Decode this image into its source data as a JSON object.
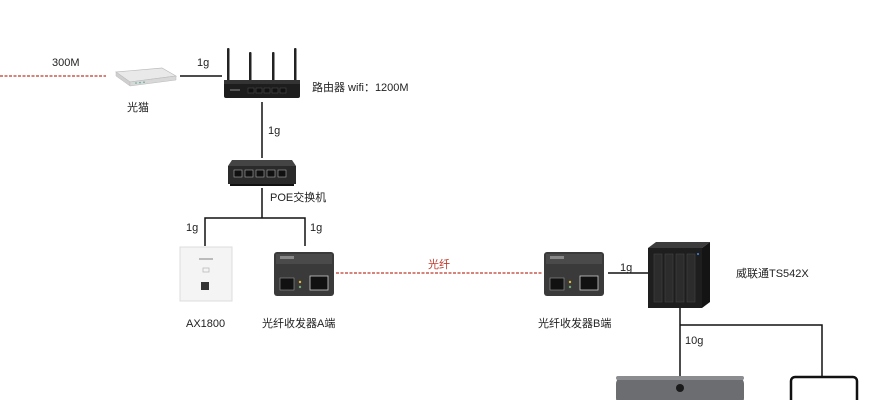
{
  "links": {
    "isp_speed": "300M",
    "modem_router": "1g",
    "router_switch": "1g",
    "switch_ap": "1g",
    "switch_converter_a": "1g",
    "fiber": "光纤",
    "converter_b_nas": "1g",
    "nas_mac": "10g"
  },
  "devices": {
    "modem": "光猫",
    "router": "路由器 wifi：1200M",
    "poe_switch": "POE交换机",
    "ap": "AX1800",
    "converter_a": "光纤收发器A端",
    "converter_b": "光纤收发器B端",
    "nas": "威联通TS542X"
  },
  "colors": {
    "fiber": "#c0392b",
    "wire": "#111111"
  }
}
